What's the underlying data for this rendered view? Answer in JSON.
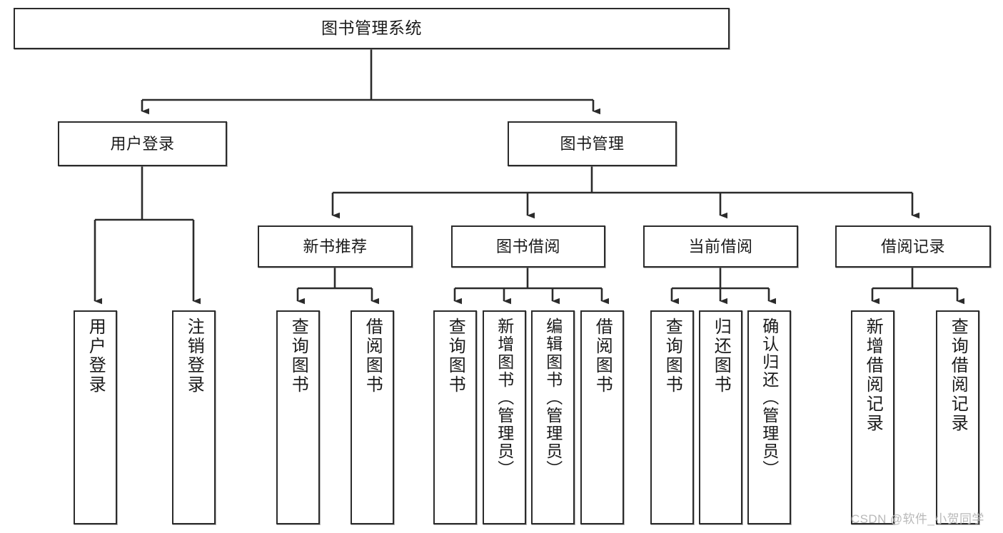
{
  "diagram": {
    "type": "tree",
    "title": "图书管理系统",
    "root": {
      "label": "图书管理系统"
    },
    "level2": [
      {
        "label": "用户登录"
      },
      {
        "label": "图书管理"
      }
    ],
    "level3": [
      {
        "label": "新书推荐"
      },
      {
        "label": "图书借阅"
      },
      {
        "label": "当前借阅"
      },
      {
        "label": "借阅记录"
      }
    ],
    "leaves": {
      "user_login": [
        "用户登录",
        "注销登录"
      ],
      "new_book_recommend": [
        "查询图书",
        "借阅图书"
      ],
      "book_borrow": [
        "查询图书",
        "新增图书（管理员）",
        "编辑图书（管理员）",
        "借阅图书"
      ],
      "current_borrow": [
        "查询图书",
        "归还图书",
        "确认归还（管理员）"
      ],
      "borrow_record": [
        "新增借阅记录",
        "查询借阅记录"
      ]
    }
  },
  "watermark": {
    "text": "CSDN @软件_小贺同学"
  },
  "colors": {
    "stroke": "#2b2b2b",
    "box_fill": "#ffffff",
    "text": "#1a1a1a",
    "background": "#ffffff",
    "watermark": "#b9b9b9"
  }
}
